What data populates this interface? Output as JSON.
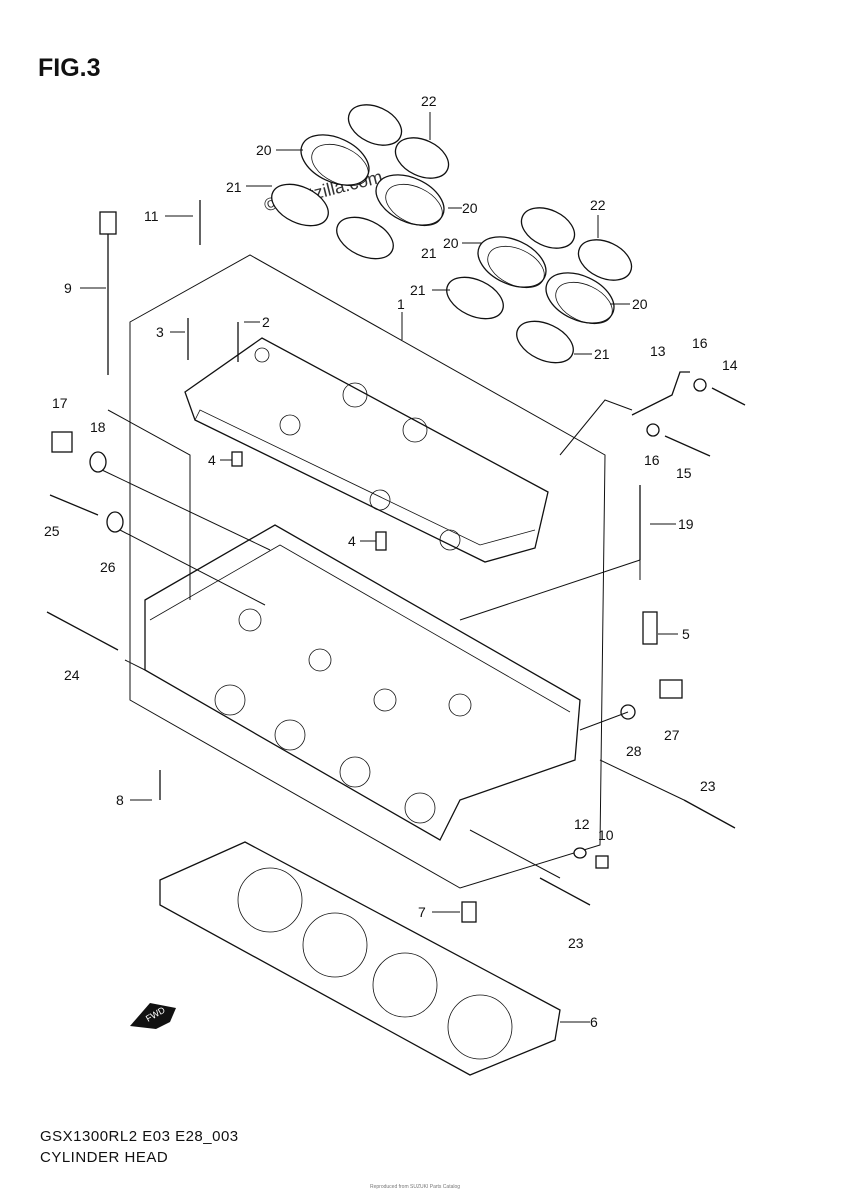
{
  "figure": {
    "title": "FIG.3"
  },
  "watermark": "© Partzilla.com",
  "footer": {
    "model_code": "GSX1300RL2 E03 E28_003",
    "caption": "CYLINDER HEAD",
    "fine_print": "Reproduced from SUZUKI Parts Catalog"
  },
  "fwd_label": "FWD",
  "callouts": [
    "22",
    "20",
    "21",
    "11",
    "9",
    "20",
    "22",
    "20",
    "21",
    "21",
    "20",
    "1",
    "3",
    "2",
    "13",
    "16",
    "14",
    "21",
    "17",
    "18",
    "16",
    "15",
    "4",
    "4",
    "19",
    "25",
    "26",
    "5",
    "24",
    "27",
    "28",
    "23",
    "8",
    "12",
    "10",
    "7",
    "23",
    "6"
  ]
}
